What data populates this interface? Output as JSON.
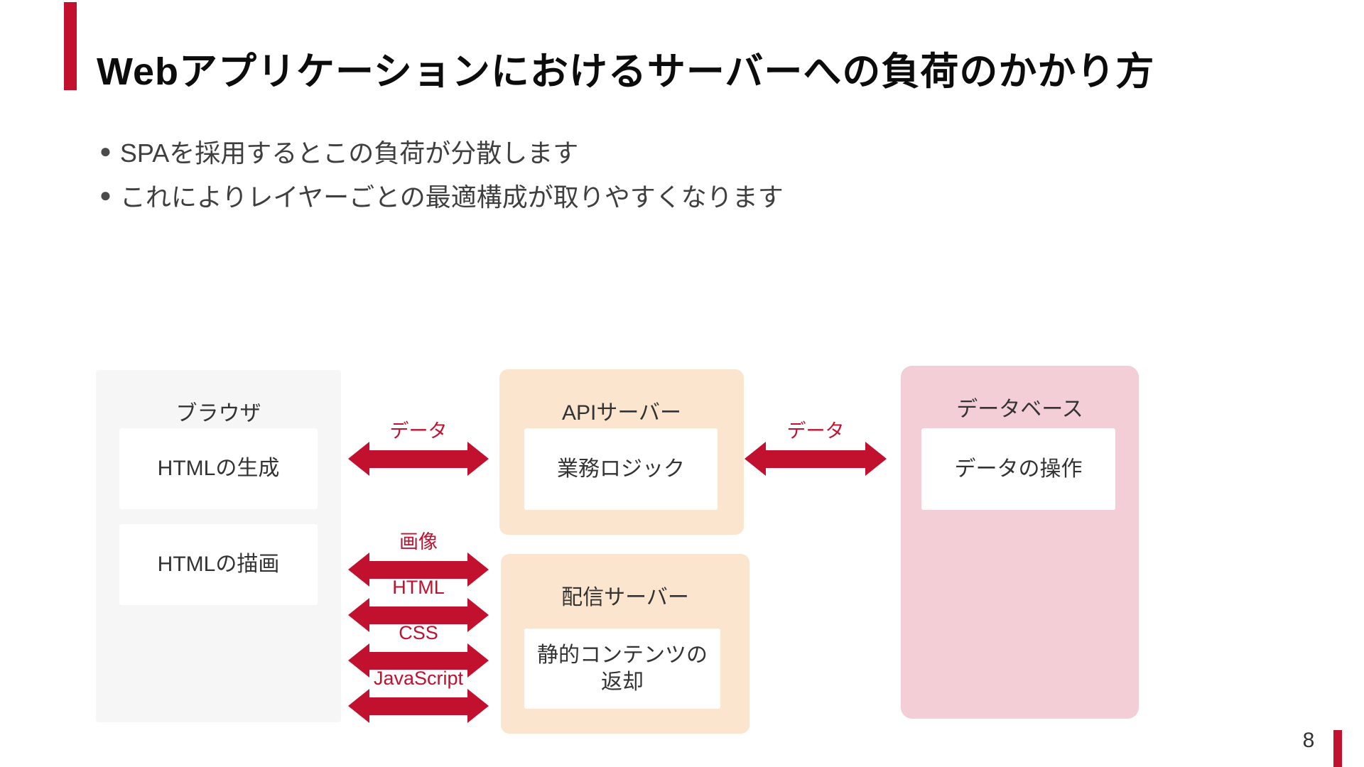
{
  "slide": {
    "title": "Webアプリケーションにおけるサーバーへの負荷のかかり方",
    "bullet_glyph": "●",
    "bullets": [
      "SPAを採用するとこの負荷が分散します",
      "これによりレイヤーごとの最適構成が取りやすくなります"
    ],
    "page_number": "8"
  },
  "colors": {
    "accent_red": "#C2102F",
    "server_peach": "#FCE5CE",
    "database_pink": "#F3CED7",
    "browser_gray": "#F6F6F6",
    "text": "#333333"
  },
  "diagram": {
    "browser": {
      "title": "ブラウザ",
      "items": [
        "HTMLの生成",
        "HTMLの描画"
      ]
    },
    "api_server": {
      "title": "APIサーバー",
      "items": [
        "業務ロジック"
      ]
    },
    "delivery_server": {
      "title": "配信サーバー",
      "items": [
        "静的コンテンツの返却"
      ]
    },
    "database": {
      "title": "データベース",
      "items": [
        "データの操作"
      ]
    },
    "arrows": {
      "browser_api": {
        "label": "データ"
      },
      "api_db": {
        "label": "データ"
      },
      "browser_delivery": [
        {
          "label": "画像"
        },
        {
          "label": "HTML"
        },
        {
          "label": "CSS"
        },
        {
          "label": "JavaScript"
        }
      ]
    }
  }
}
